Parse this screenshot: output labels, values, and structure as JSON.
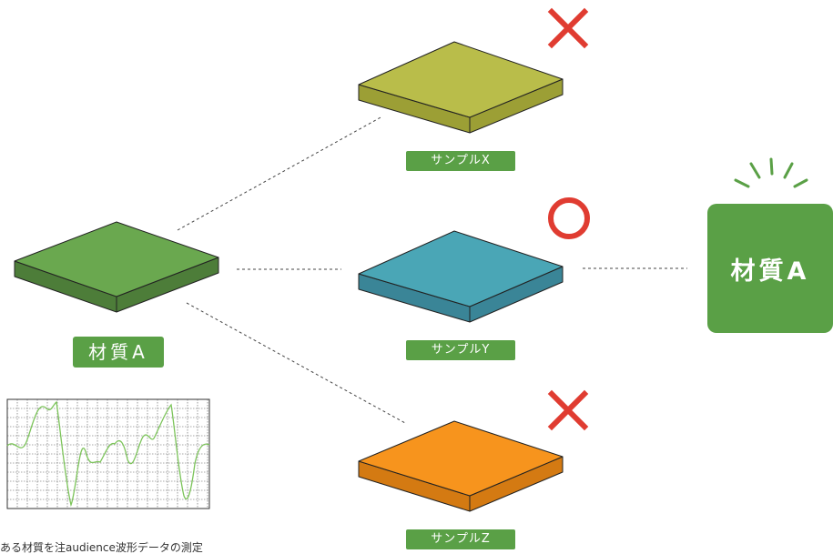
{
  "colors": {
    "green": "#6aa84f",
    "green_dark": "#4d7d39",
    "olive": "#b9bd4a",
    "olive_dark": "#9c9f35",
    "teal": "#4aa6b6",
    "teal_dark": "#3a8597",
    "orange": "#f7941d",
    "orange_dark": "#d47a12",
    "mark_red": "#e03c31",
    "label_green": "#5aa046",
    "wave": "#7cc45a"
  },
  "source": {
    "label": "材質A"
  },
  "samples": [
    {
      "id": "x",
      "label": "サンプルX",
      "mark": "cross-mark-icon"
    },
    {
      "id": "y",
      "label": "サンプルY",
      "mark": "circle-mark-icon"
    },
    {
      "id": "z",
      "label": "サンプルZ",
      "mark": "cross-mark-icon"
    }
  ],
  "result": {
    "label": "材質A",
    "icon": "sparkle-lines-icon"
  },
  "caption": "ある材質を注audience波形データの測定"
}
